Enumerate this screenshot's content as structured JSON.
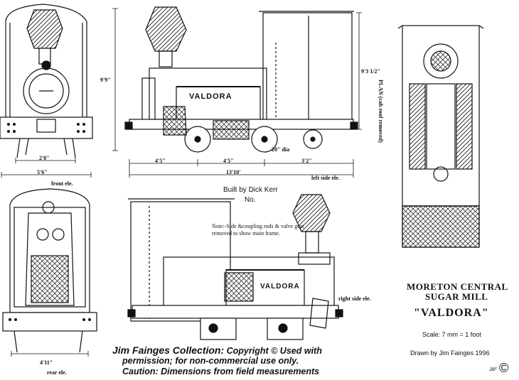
{
  "views": {
    "front": {
      "caption": "front ele.",
      "width_dim": "5'6\"",
      "gauge_dim": "2'0\""
    },
    "left_side": {
      "caption": "left side ele.",
      "name_plate": "VALDORA",
      "height_dim": "9'9\"",
      "cab_height_dim": "9'3 1/2\"",
      "wheel_dim": "20\" dia",
      "dims": [
        "4'5\"",
        "4'5\"",
        "3'2\""
      ],
      "length_dim": "13'10'"
    },
    "plan": {
      "caption": "PLAN (cab roof removed)"
    },
    "rear": {
      "caption": "rear ele.",
      "width_dim": "4'11\""
    },
    "right_side": {
      "caption": "right side ele.",
      "name_plate": "VALDORA",
      "note": "Note:-Side &coupling rods & valve gear removed to show main frame."
    }
  },
  "builder": {
    "line1": "Built by Dick Kerr",
    "line2": "No."
  },
  "title_block": {
    "org_line1": "MORETON CENTRAL",
    "org_line2": "SUGAR MILL",
    "loco_name": "\"VALDORA\"",
    "scale": "Scale: 7 mm = 1 foot",
    "drawn_by": "Drawn by Jim Fainges",
    "year": "1996",
    "copyright_symbol": "©",
    "initials": "JBF"
  },
  "credit": {
    "heading": "Jim Fainges Collection:",
    "line1_rest": "Copyright © Used with",
    "line2": "permission; for non-commercial use only.",
    "line3": "Caution: Dimensions from field measurements"
  },
  "colors": {
    "ink": "#111111",
    "paper": "#ffffff"
  }
}
